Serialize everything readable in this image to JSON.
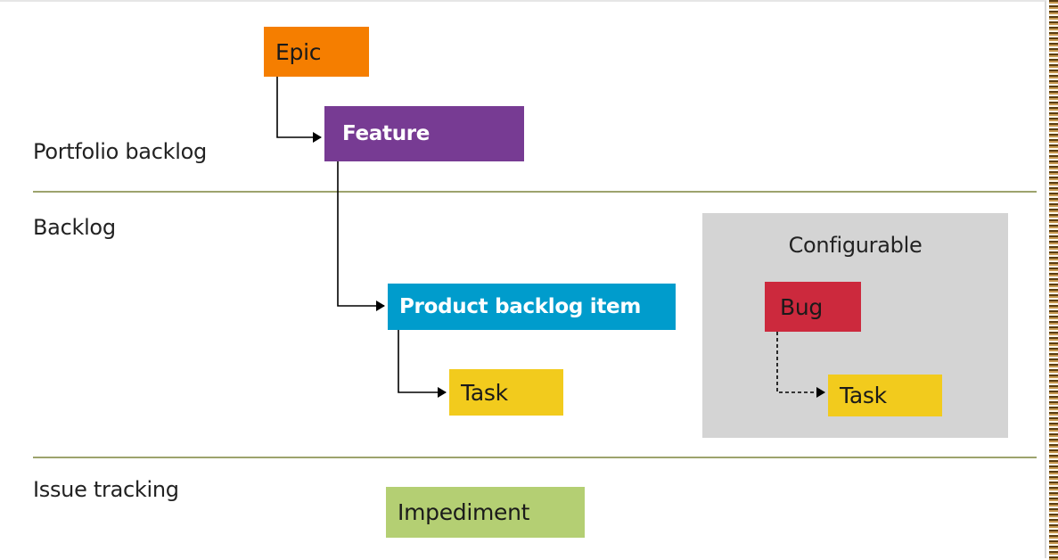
{
  "rows": {
    "portfolio_label": "Portfolio backlog",
    "backlog_label": "Backlog",
    "issue_label": "Issue tracking"
  },
  "items": {
    "epic": "Epic",
    "feature": "Feature",
    "pbi": "Product backlog item",
    "task": "Task",
    "impediment": "Impediment"
  },
  "configurable": {
    "title": "Configurable",
    "bug": "Bug",
    "task": "Task"
  },
  "colors": {
    "epic": "#f57e00",
    "feature": "#773b93",
    "pbi": "#009ccc",
    "task": "#f2cb1d",
    "bug": "#cc293d",
    "impediment": "#b4cf73",
    "panel": "#d4d4d4",
    "divider": "#9da36d"
  }
}
